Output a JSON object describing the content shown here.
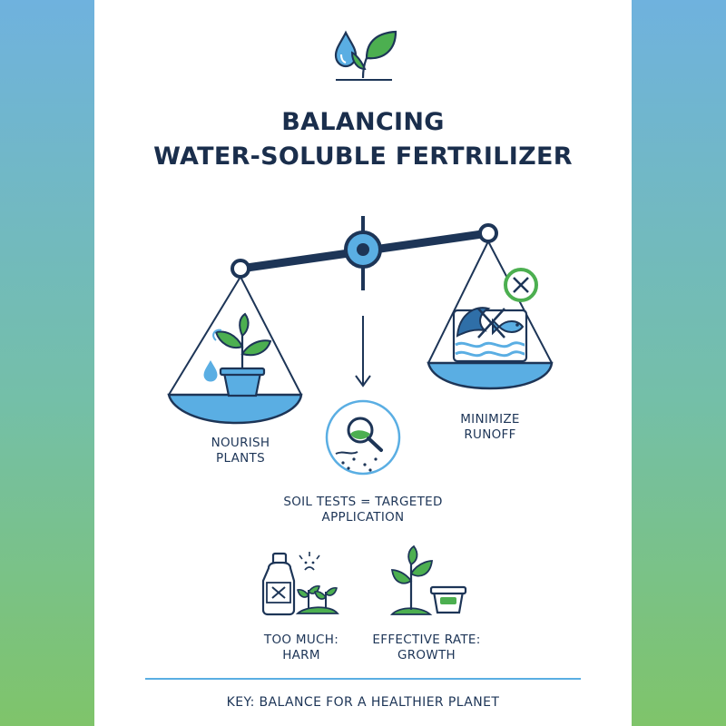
{
  "title": {
    "line1": "BALANCING",
    "line2": "WATER-SOLUBLE FERTRILIZER"
  },
  "labels": {
    "left_pan_l1": "NOURISH",
    "left_pan_l2": "PLANTS",
    "right_pan_l1": "MINIMIZE",
    "right_pan_l2": "RUNOFF",
    "center_l1": "SOIL TESTS = TARGETED",
    "center_l2": "APPLICATION",
    "too_much_l1": "TOO MUCH:",
    "too_much_l2": "HARM",
    "effective_l1": "EFFECTIVE RATE:",
    "effective_l2": "GROWTH"
  },
  "footer": {
    "key": "KEY: BALANCE FOR A HEALTHIER PLANET"
  },
  "icons": [
    "water-drop-icon",
    "leaf-sprout-icon",
    "balance-scale-icon",
    "potted-plant-icon",
    "runoff-water-icon",
    "fish-icon",
    "no-sign-icon",
    "magnifier-soil-icon",
    "fertilizer-bottle-icon",
    "wilted-plants-icon",
    "healthy-sprout-icon",
    "soil-cup-icon"
  ],
  "colors": {
    "navy": "#1d3557",
    "water_blue": "#5aaee3",
    "leaf_green": "#4caf50",
    "bg_top": "#6fb2de",
    "bg_bottom": "#7fc46a"
  }
}
